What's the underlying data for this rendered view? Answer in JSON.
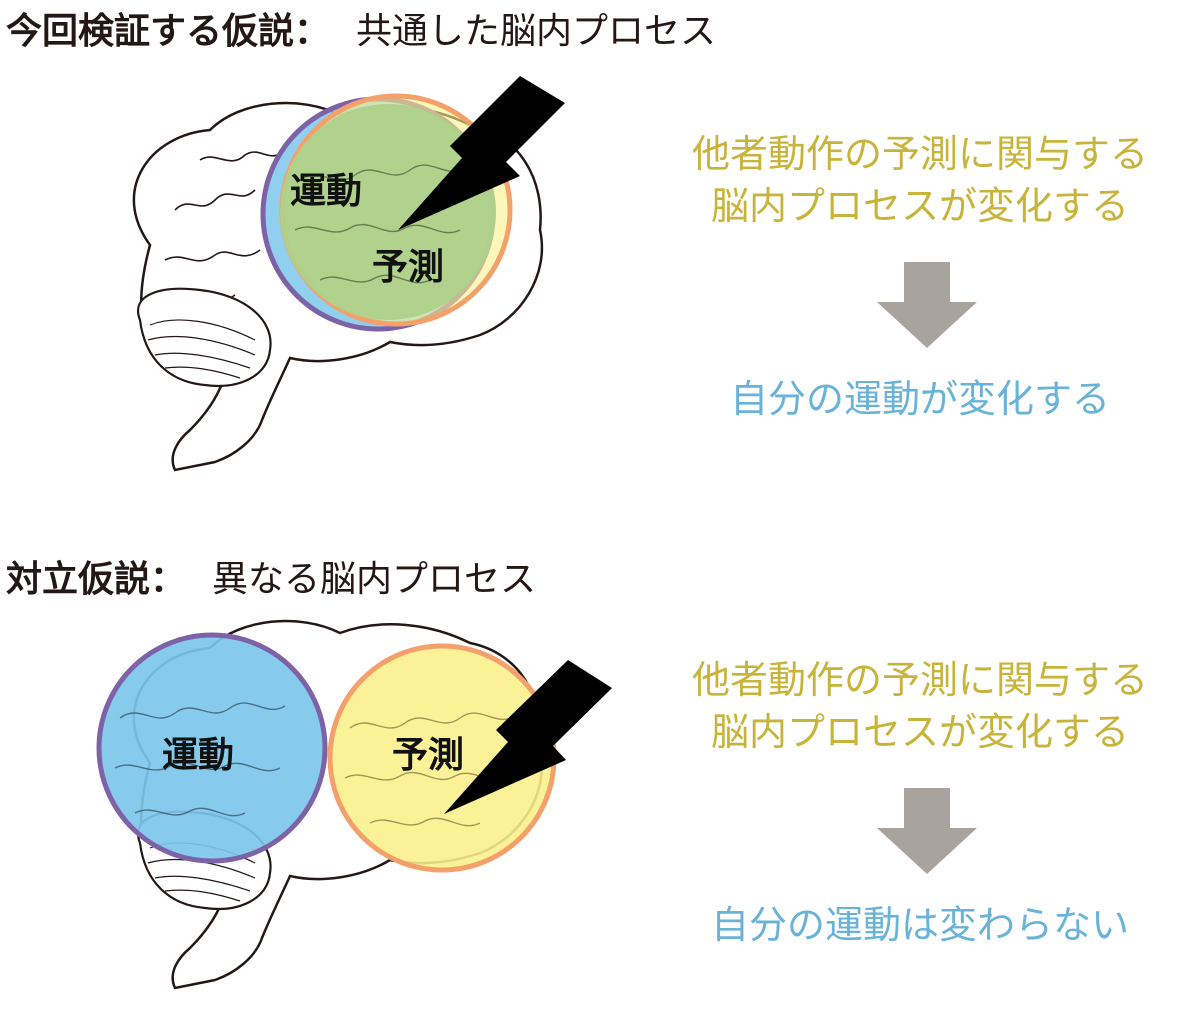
{
  "hypothesis": {
    "label": "今回検証する仮説：",
    "subtitle": "共通した脳内プロセス",
    "region_motor": "運動",
    "region_prediction": "予測",
    "claim_line1": "他者動作の予測に関与する",
    "claim_line2": "脳内プロセスが変化する",
    "result": "自分の運動が変化する"
  },
  "alternative": {
    "label": "対立仮説：",
    "subtitle": "異なる脳内プロセス",
    "region_motor": "運動",
    "region_prediction": "予測",
    "claim_line1": "他者動作の予測に関与する",
    "claim_line2": "脳内プロセスが変化する",
    "result": "自分の運動は変わらない"
  },
  "colors": {
    "claim_text": "#c8b43a",
    "result_text": "#69b2d8",
    "arrow": "#a8a39d",
    "motor_fill": "#7cc7ea",
    "motor_ring": "#7d62a8",
    "prediction_fill": "#fbf08a",
    "prediction_ring": "#f4a06a",
    "overlap_fill": "#aed08a",
    "lightning": "#000000"
  },
  "icons": {
    "brain": "brain-icon",
    "lightning": "lightning-bolt-icon",
    "arrow": "down-arrow-icon"
  }
}
